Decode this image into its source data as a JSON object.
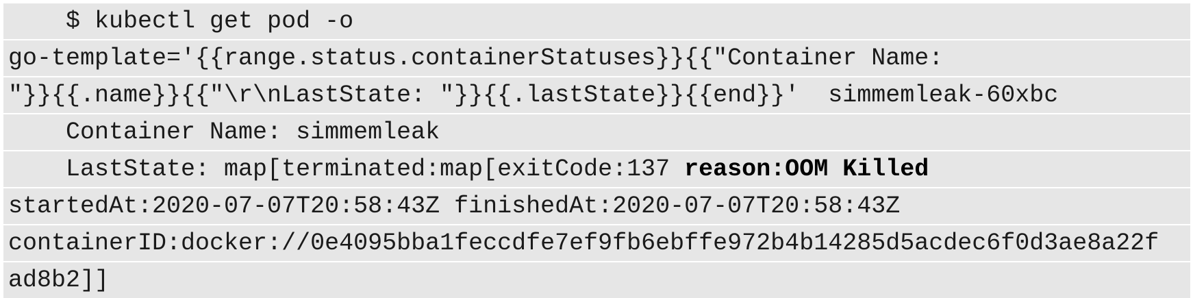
{
  "terminal": {
    "colors": {
      "line_background": "#e6e6e6",
      "gap_background": "#f4f4f4",
      "text": "#1a1a1a",
      "bold_text": "#000000",
      "page_background": "#ffffff"
    },
    "lines": [
      {
        "segments": [
          {
            "text": "    $ kubectl get pod -o",
            "bold": false
          }
        ]
      },
      {
        "segments": [
          {
            "text": "go-template='{{range.status.containerStatuses}}{{\"Container Name:",
            "bold": false
          }
        ]
      },
      {
        "segments": [
          {
            "text": "\"}}{{.name}}{{\"\\r\\nLastState: \"}}{{.lastState}}{{end}}'  simmemleak-60xbc",
            "bold": false
          }
        ]
      },
      {
        "segments": [
          {
            "text": "    Container Name: simmemleak",
            "bold": false
          }
        ]
      },
      {
        "segments": [
          {
            "text": "    LastState: map[terminated:map[exitCode:137 ",
            "bold": false
          },
          {
            "text": "reason:OOM Killed",
            "bold": true
          }
        ]
      },
      {
        "segments": [
          {
            "text": "startedAt:2020-07-07T20:58:43Z finishedAt:2020-07-07T20:58:43Z",
            "bold": false
          }
        ]
      },
      {
        "segments": [
          {
            "text": "containerID:docker://0e4095bba1feccdfe7ef9fb6ebffe972b4b14285d5acdec6f0d3ae8a22f",
            "bold": false
          }
        ]
      },
      {
        "segments": [
          {
            "text": "ad8b2]]",
            "bold": false
          }
        ]
      }
    ]
  }
}
